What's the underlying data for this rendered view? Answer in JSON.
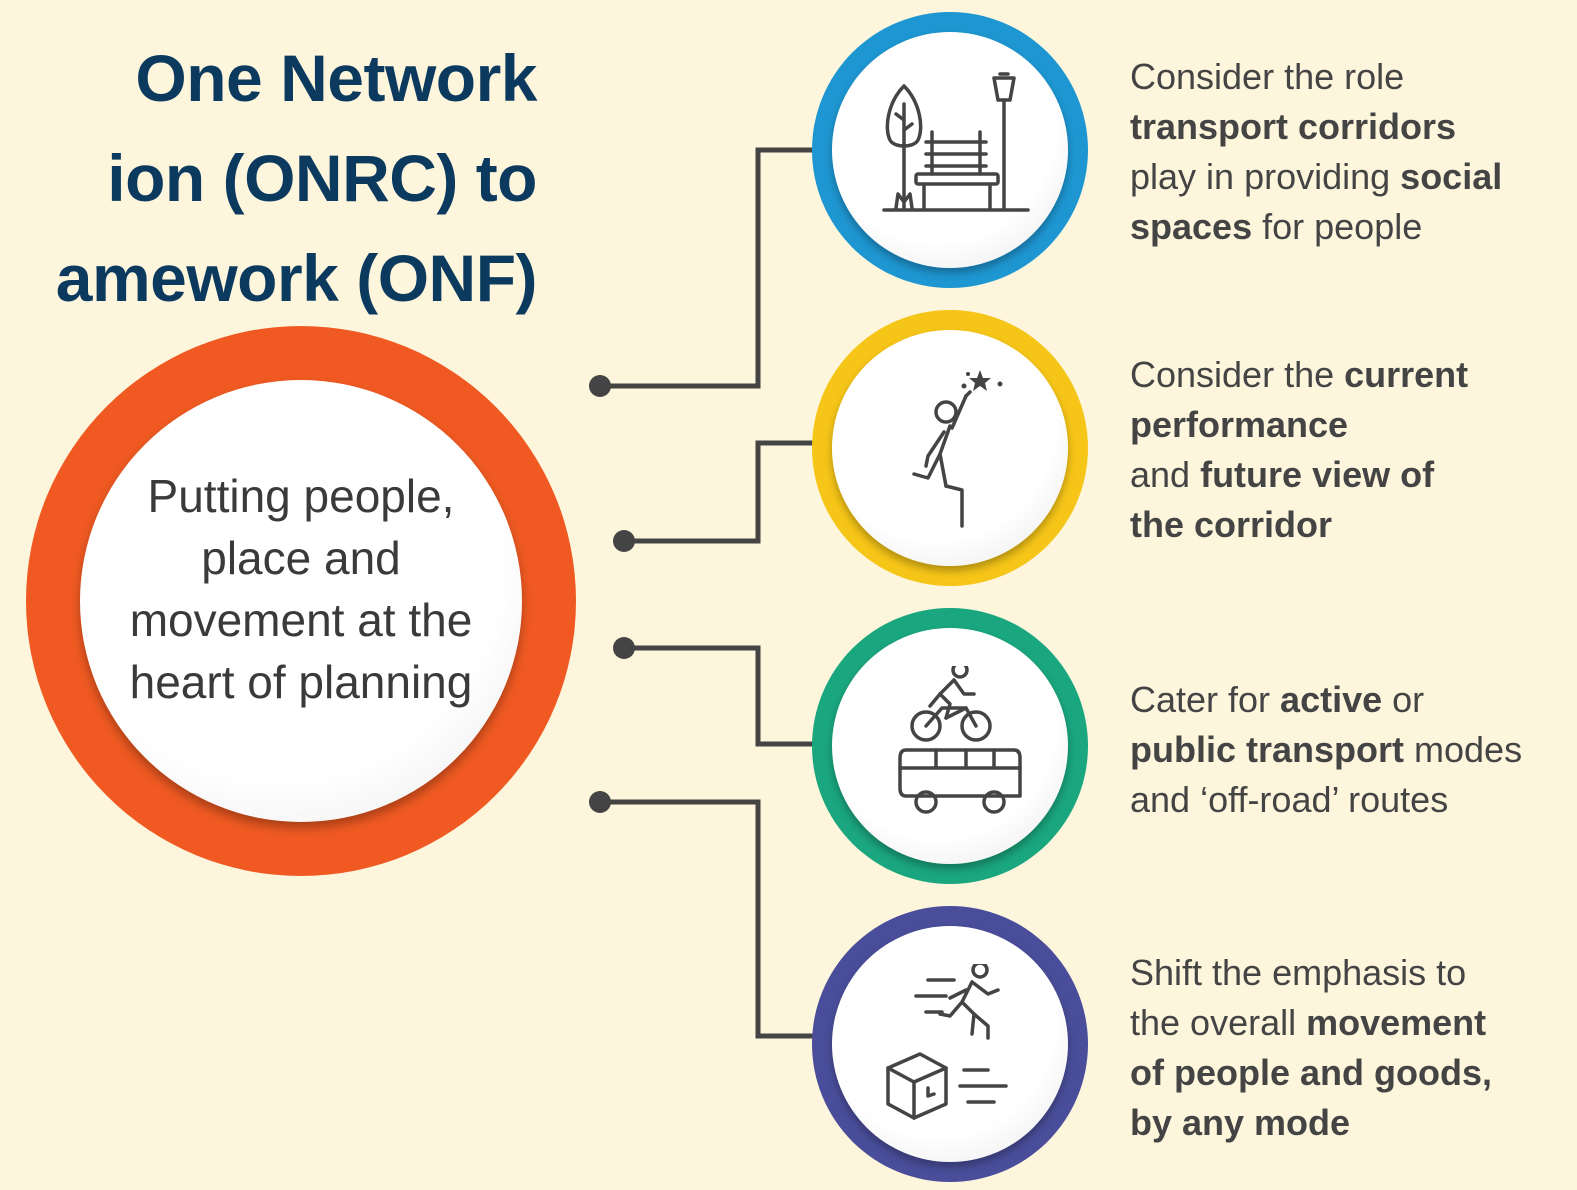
{
  "title": {
    "line1": "One Network",
    "line2": "ion (ONRC) to",
    "line3": "amework (ONF)"
  },
  "hub": {
    "text": "Putting people, place and movement at the heart of planning",
    "color": "#f05a22"
  },
  "colors": {
    "background": "#fdf6dd",
    "title": "#0c3a5f",
    "connector": "#444444",
    "ring_social": "#1e96d1",
    "ring_performance": "#f5c518",
    "ring_active": "#1aa67e",
    "ring_movement": "#4a4e9a"
  },
  "items": [
    {
      "icon": "park-bench-tree-lamp-icon",
      "t1": "Consider the role",
      "t2": "transport corridors",
      "t3": "play in providing ",
      "t4": "social",
      "t5": "spaces",
      "t6": " for people"
    },
    {
      "icon": "person-reaching-stars-icon",
      "t1": "Consider the ",
      "t2": "current",
      "t3": "performance",
      "t4": "and ",
      "t5": "future view of",
      "t6": "the corridor"
    },
    {
      "icon": "cyclist-and-bus-icon",
      "t1": "Cater for ",
      "t2": "active",
      "t3": " or",
      "t4": "public transport",
      "t5": " modes",
      "t6": "and ‘off-road’ routes"
    },
    {
      "icon": "running-person-and-box-icon",
      "t1": "Shift the emphasis to",
      "t2": "the overall ",
      "t3": "movement",
      "t4": "of people and goods,",
      "t5": "by any mode"
    }
  ]
}
